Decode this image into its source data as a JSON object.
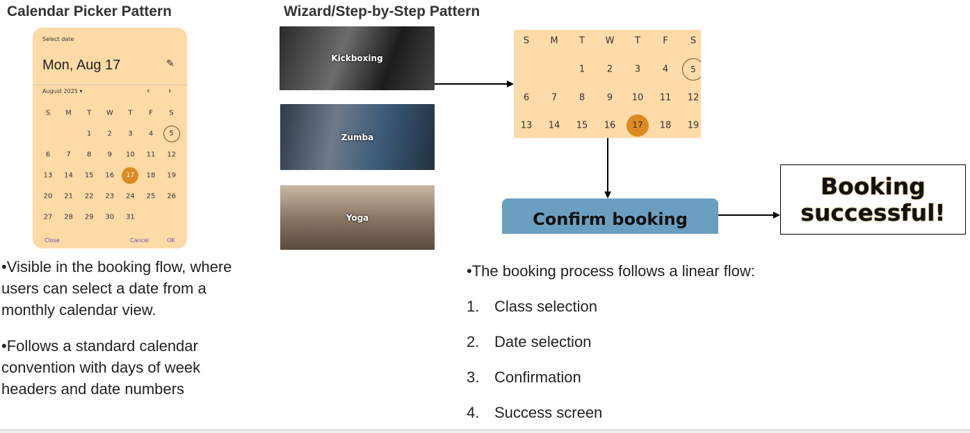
{
  "left": {
    "title": "Calendar Picker Pattern",
    "picker": {
      "label": "Select date",
      "selected": "Mon, Aug 17",
      "month": "August 2025",
      "weekdays": [
        "S",
        "M",
        "T",
        "W",
        "T",
        "F",
        "S"
      ],
      "days": [
        "",
        "",
        "1",
        "2",
        "3",
        "4",
        "5",
        "6",
        "7",
        "8",
        "9",
        "10",
        "11",
        "12",
        "13",
        "14",
        "15",
        "16",
        "17",
        "18",
        "19",
        "20",
        "21",
        "22",
        "23",
        "24",
        "25",
        "26",
        "27",
        "28",
        "29",
        "30",
        "31"
      ],
      "close": "Close",
      "cancel": "Cancel",
      "ok": "OK",
      "selected_day": "17",
      "today": "5",
      "accent": "#dc8a22"
    },
    "bullets": [
      "•Visible in the booking flow, where users can select a date from a monthly calendar view.",
      "•Follows a standard calendar convention with days of week headers and date numbers"
    ]
  },
  "right": {
    "title": "Wizard/Step-by-Step Pattern",
    "classes": [
      "Kickboxing",
      "Zumba",
      "Yoga"
    ],
    "calendar": {
      "weekdays": [
        "S",
        "M",
        "T",
        "W",
        "T",
        "F",
        "S"
      ],
      "days": [
        "",
        "",
        "1",
        "2",
        "3",
        "4",
        "5",
        "6",
        "7",
        "8",
        "9",
        "10",
        "11",
        "12",
        "13",
        "14",
        "15",
        "16",
        "17",
        "18",
        "19"
      ]
    },
    "confirm": "Confirm booking",
    "success": "Booking successful!",
    "intro": "•The booking process follows a linear flow:",
    "steps": [
      {
        "n": "1.",
        "t": "Class selection"
      },
      {
        "n": "2.",
        "t": "Date selection"
      },
      {
        "n": "3.",
        "t": "Confirmation"
      },
      {
        "n": "4.",
        "t": "Success screen"
      }
    ]
  }
}
